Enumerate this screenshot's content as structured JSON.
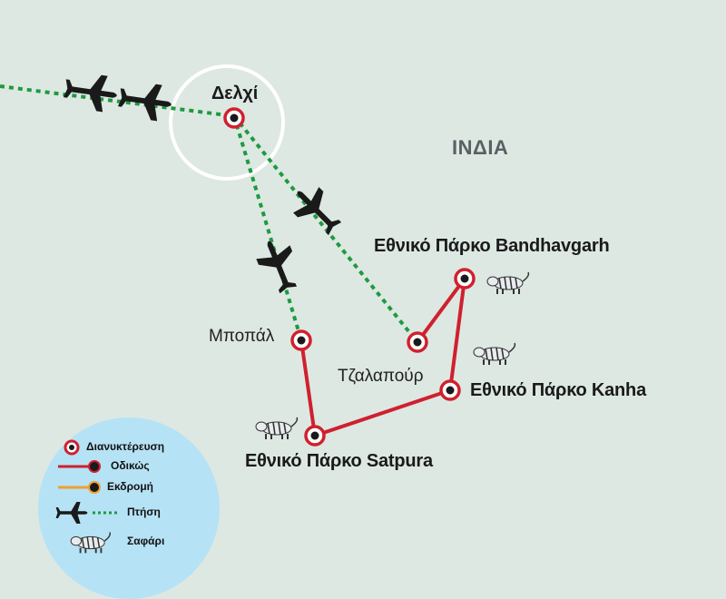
{
  "map": {
    "country": "ΙΝΔΙΑ",
    "places": {
      "delhi": "Δελχί",
      "bandhavgarh": "Εθνικό Πάρκο Bandhavgarh",
      "bhopal": "Μποπάλ",
      "jabalpur": "Τζαλαπούρ",
      "kanha": "Εθνικό Πάρκο Kanha",
      "satpura": "Εθνικό Πάρκο Satpura"
    }
  },
  "legend": {
    "overnight": "Διανυκτέρευση",
    "road": "Οδικώς",
    "excursion": "Εκδρομή",
    "flight": "Πτήση",
    "safari": "Σαφάρι"
  },
  "colors": {
    "background": "#dde8e3",
    "route_road": "#d0202e",
    "route_flight": "#1f9a3f",
    "excursion": "#f0a030",
    "legend_bg": "#b6e2f5",
    "marker_ring": "#d0202e"
  },
  "icons": [
    "airplane-icon",
    "tiger-icon",
    "stop-marker-icon"
  ]
}
